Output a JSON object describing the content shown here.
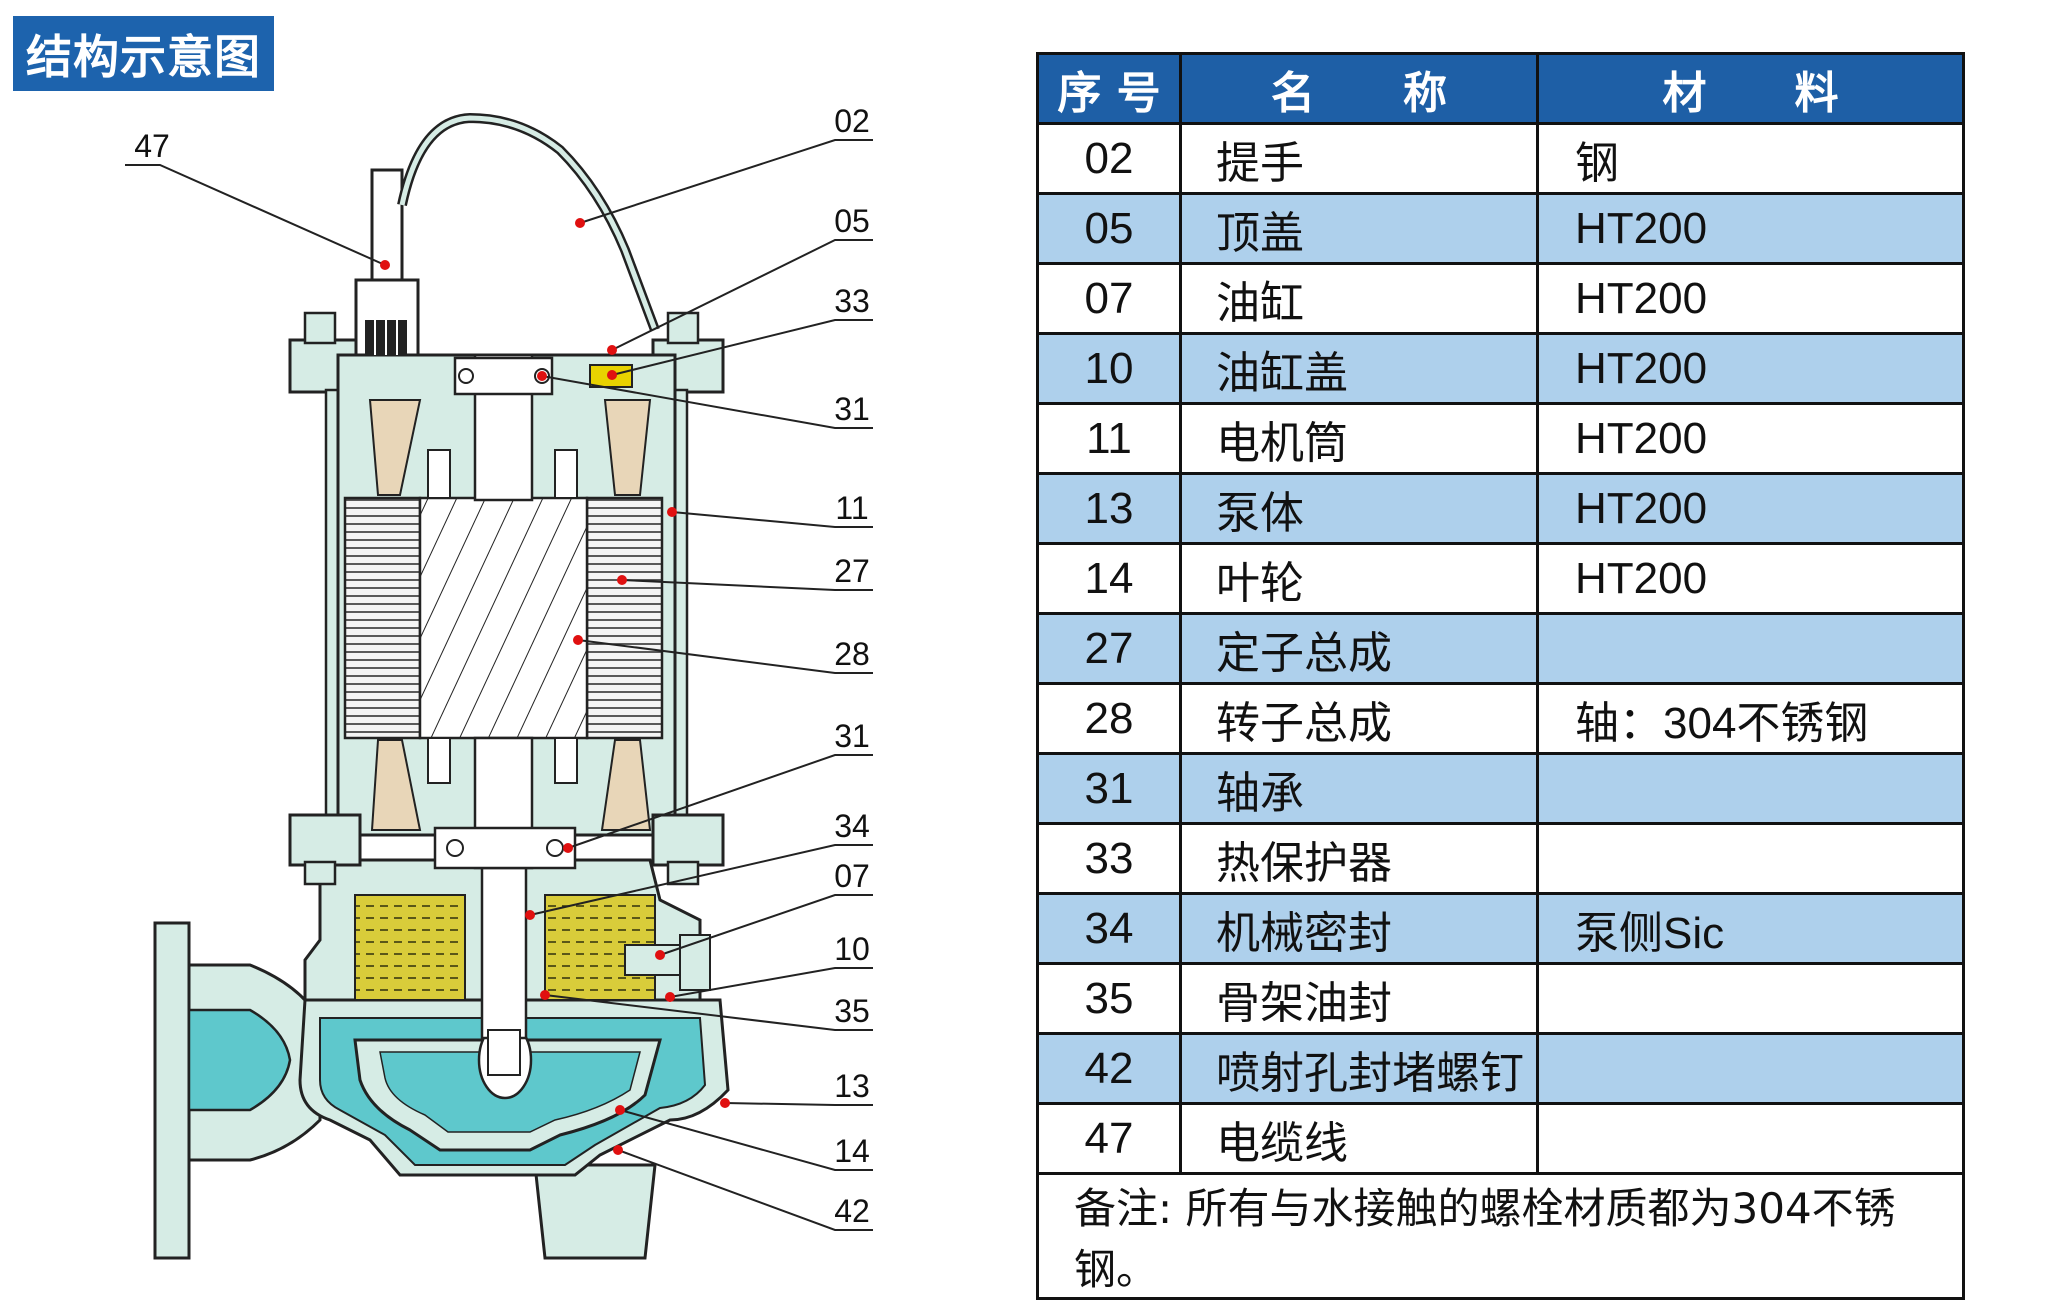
{
  "header": {
    "title": "结构示意图"
  },
  "diagram": {
    "callouts": [
      "02",
      "05",
      "33",
      "31",
      "11",
      "27",
      "28",
      "31",
      "34",
      "07",
      "10",
      "35",
      "13",
      "14",
      "42"
    ],
    "callout_left": "47"
  },
  "table": {
    "headers": {
      "no": "序 号",
      "name": "名　　称",
      "material": "材　　料"
    },
    "rows": [
      {
        "no": "02",
        "name": "提手",
        "material": "钢"
      },
      {
        "no": "05",
        "name": "顶盖",
        "material": "HT200"
      },
      {
        "no": "07",
        "name": "油缸",
        "material": "HT200"
      },
      {
        "no": "10",
        "name": "油缸盖",
        "material": "HT200"
      },
      {
        "no": "11",
        "name": "电机筒",
        "material": "HT200"
      },
      {
        "no": "13",
        "name": "泵体",
        "material": "HT200"
      },
      {
        "no": "14",
        "name": "叶轮",
        "material": "HT200"
      },
      {
        "no": "27",
        "name": "定子总成",
        "material": ""
      },
      {
        "no": "28",
        "name": "转子总成",
        "material": "轴：304不锈钢"
      },
      {
        "no": "31",
        "name": "轴承",
        "material": ""
      },
      {
        "no": "33",
        "name": "热保护器",
        "material": ""
      },
      {
        "no": "34",
        "name": "机械密封",
        "material": "泵侧Sic"
      },
      {
        "no": "35",
        "name": "骨架油封",
        "material": ""
      },
      {
        "no": "42",
        "name": "喷射孔封堵螺钉",
        "material": ""
      },
      {
        "no": "47",
        "name": "电缆线",
        "material": ""
      }
    ],
    "note": "备注: 所有与水接触的螺栓材质都为304不锈钢。"
  },
  "colors": {
    "title_bg": "#1d63ad",
    "header_bg": "#1e5fa6",
    "row_alt": "#aed0ec",
    "housing": "#d6ece5",
    "water": "#5ec8cc",
    "oil": "#d9cc3a",
    "winding": "#e8d6b8",
    "marker": "#e01010"
  }
}
